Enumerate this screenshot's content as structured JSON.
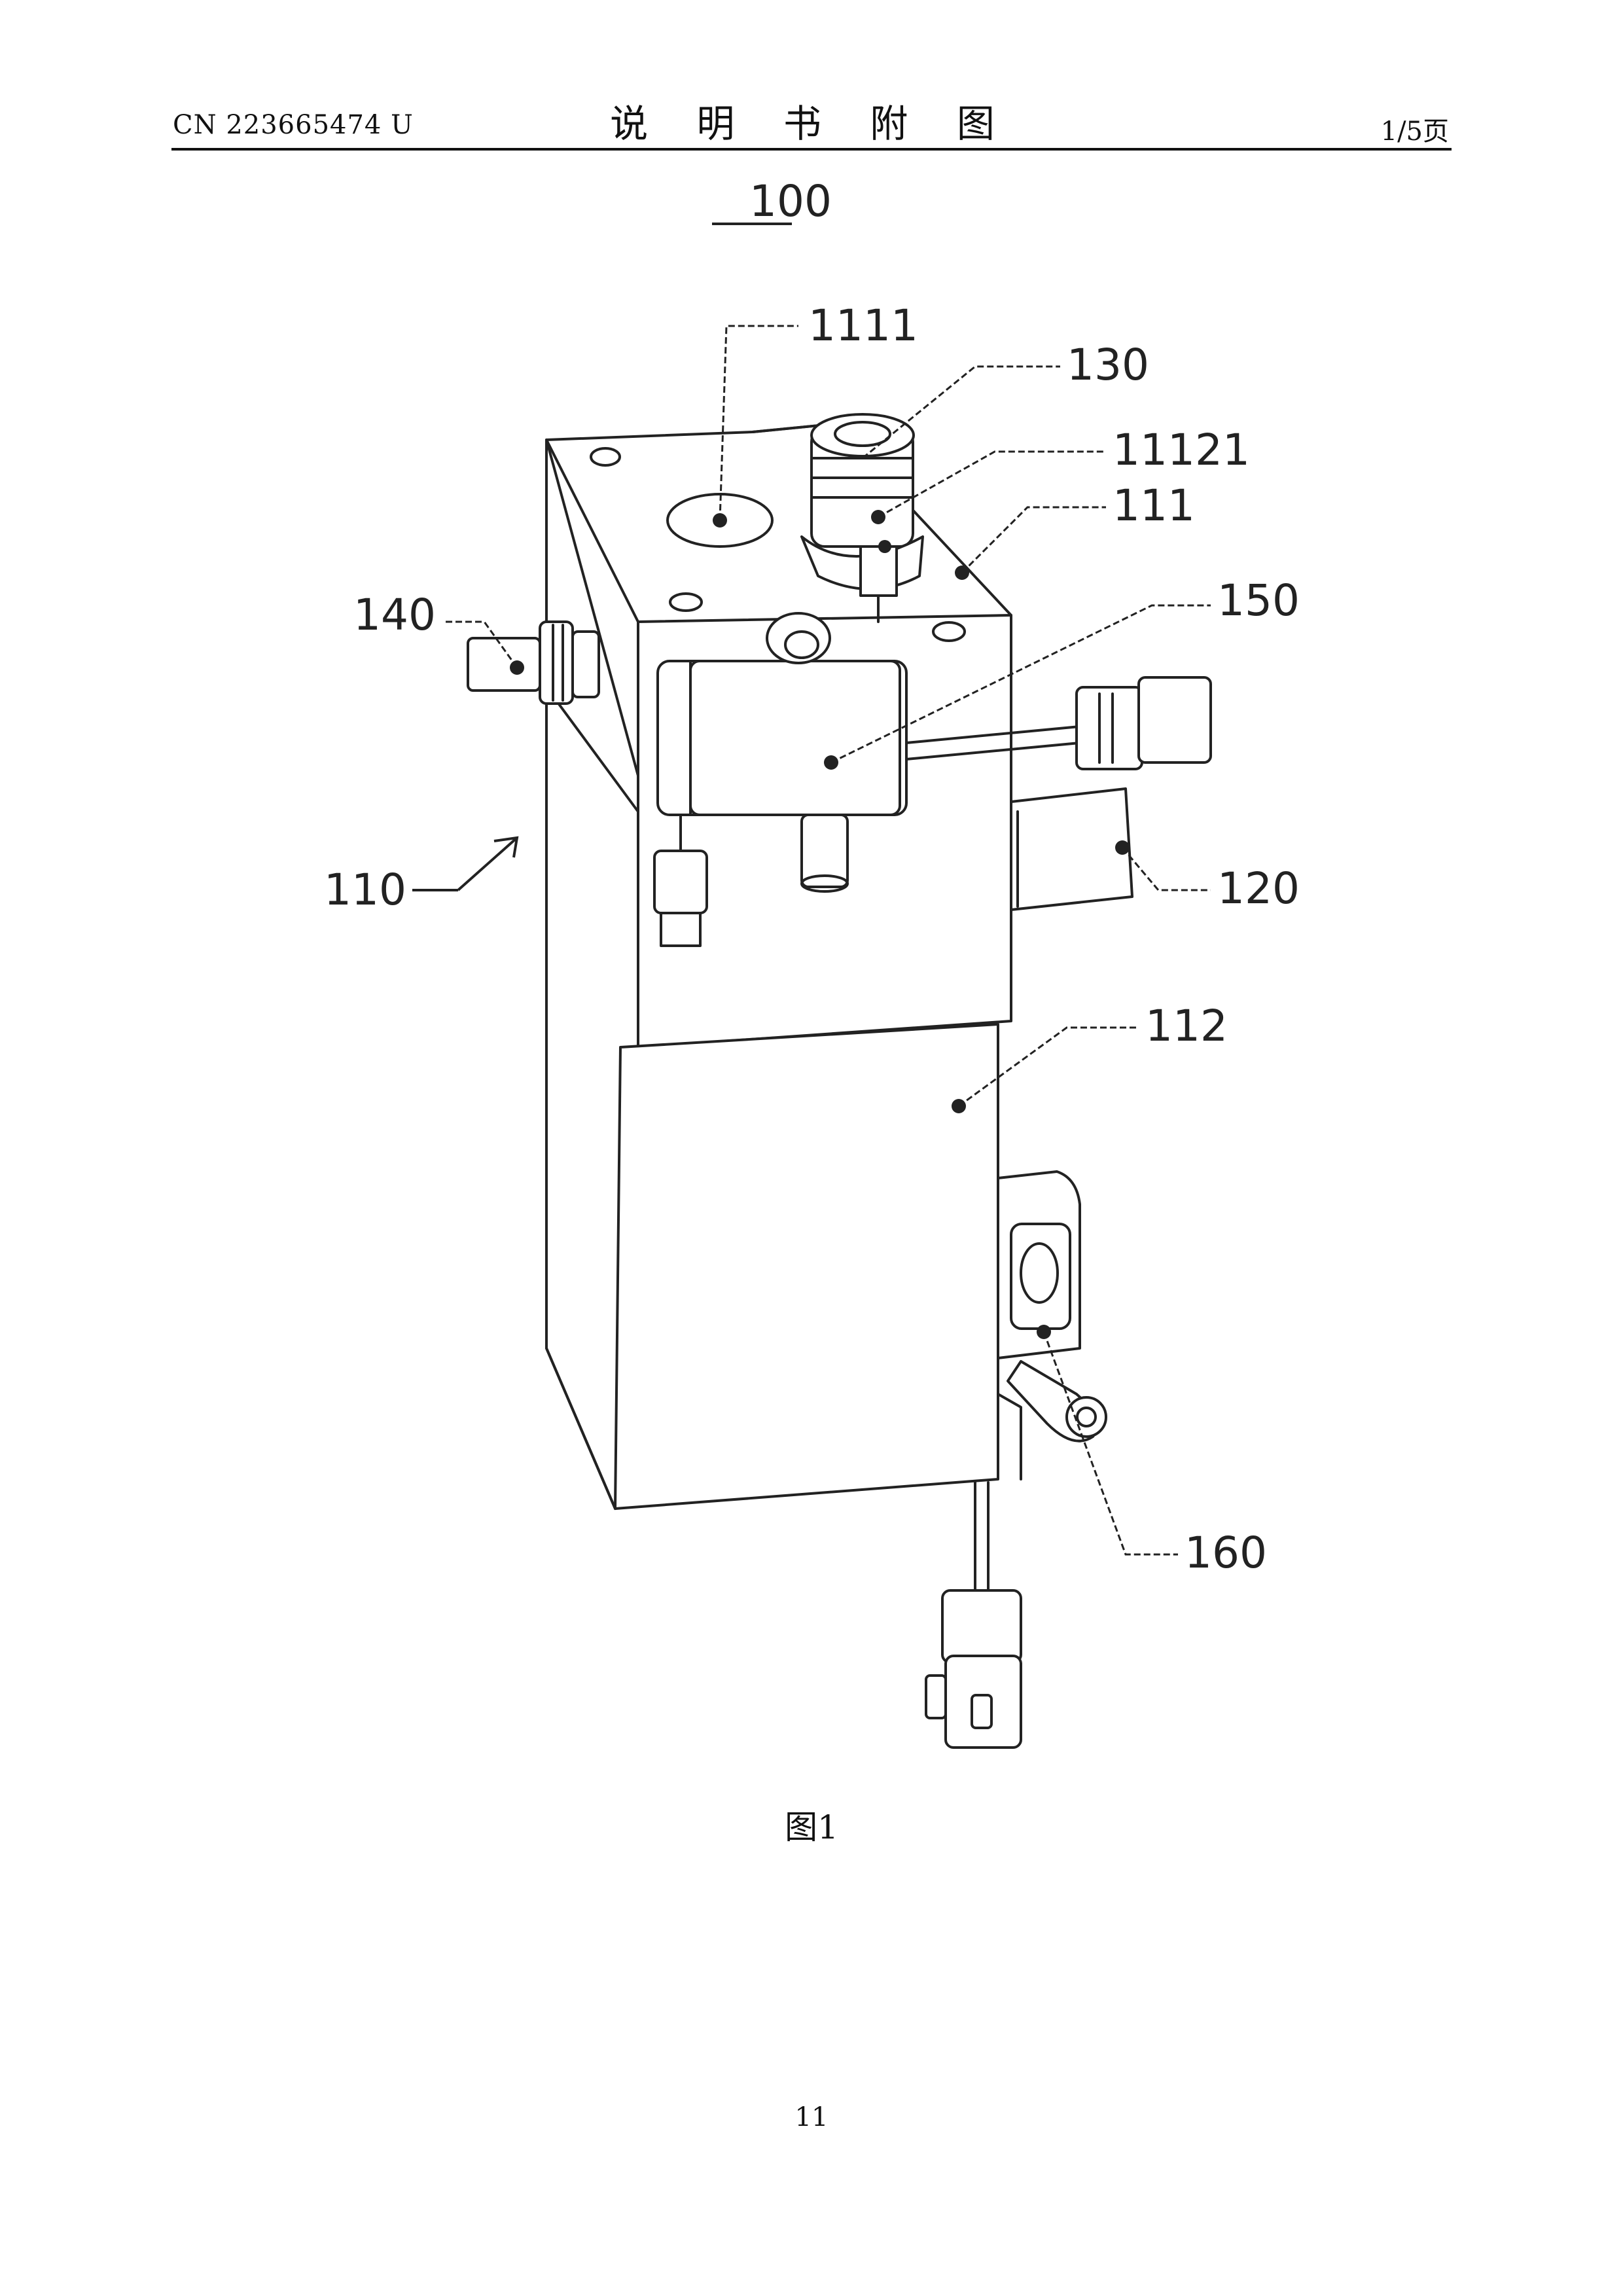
{
  "header": {
    "patent_number": "CN 223665474 U",
    "title": "说 明 书 附 图",
    "page_of": "1/5页"
  },
  "figure": {
    "assembly_ref": "100",
    "labels": {
      "r1111": "1111",
      "r130": "130",
      "r11121": "11121",
      "r111": "111",
      "r140": "140",
      "r150": "150",
      "r110": "110",
      "r120": "120",
      "r112": "112",
      "r160": "160"
    },
    "caption": "图1"
  },
  "footer": {
    "page_number": "11"
  }
}
